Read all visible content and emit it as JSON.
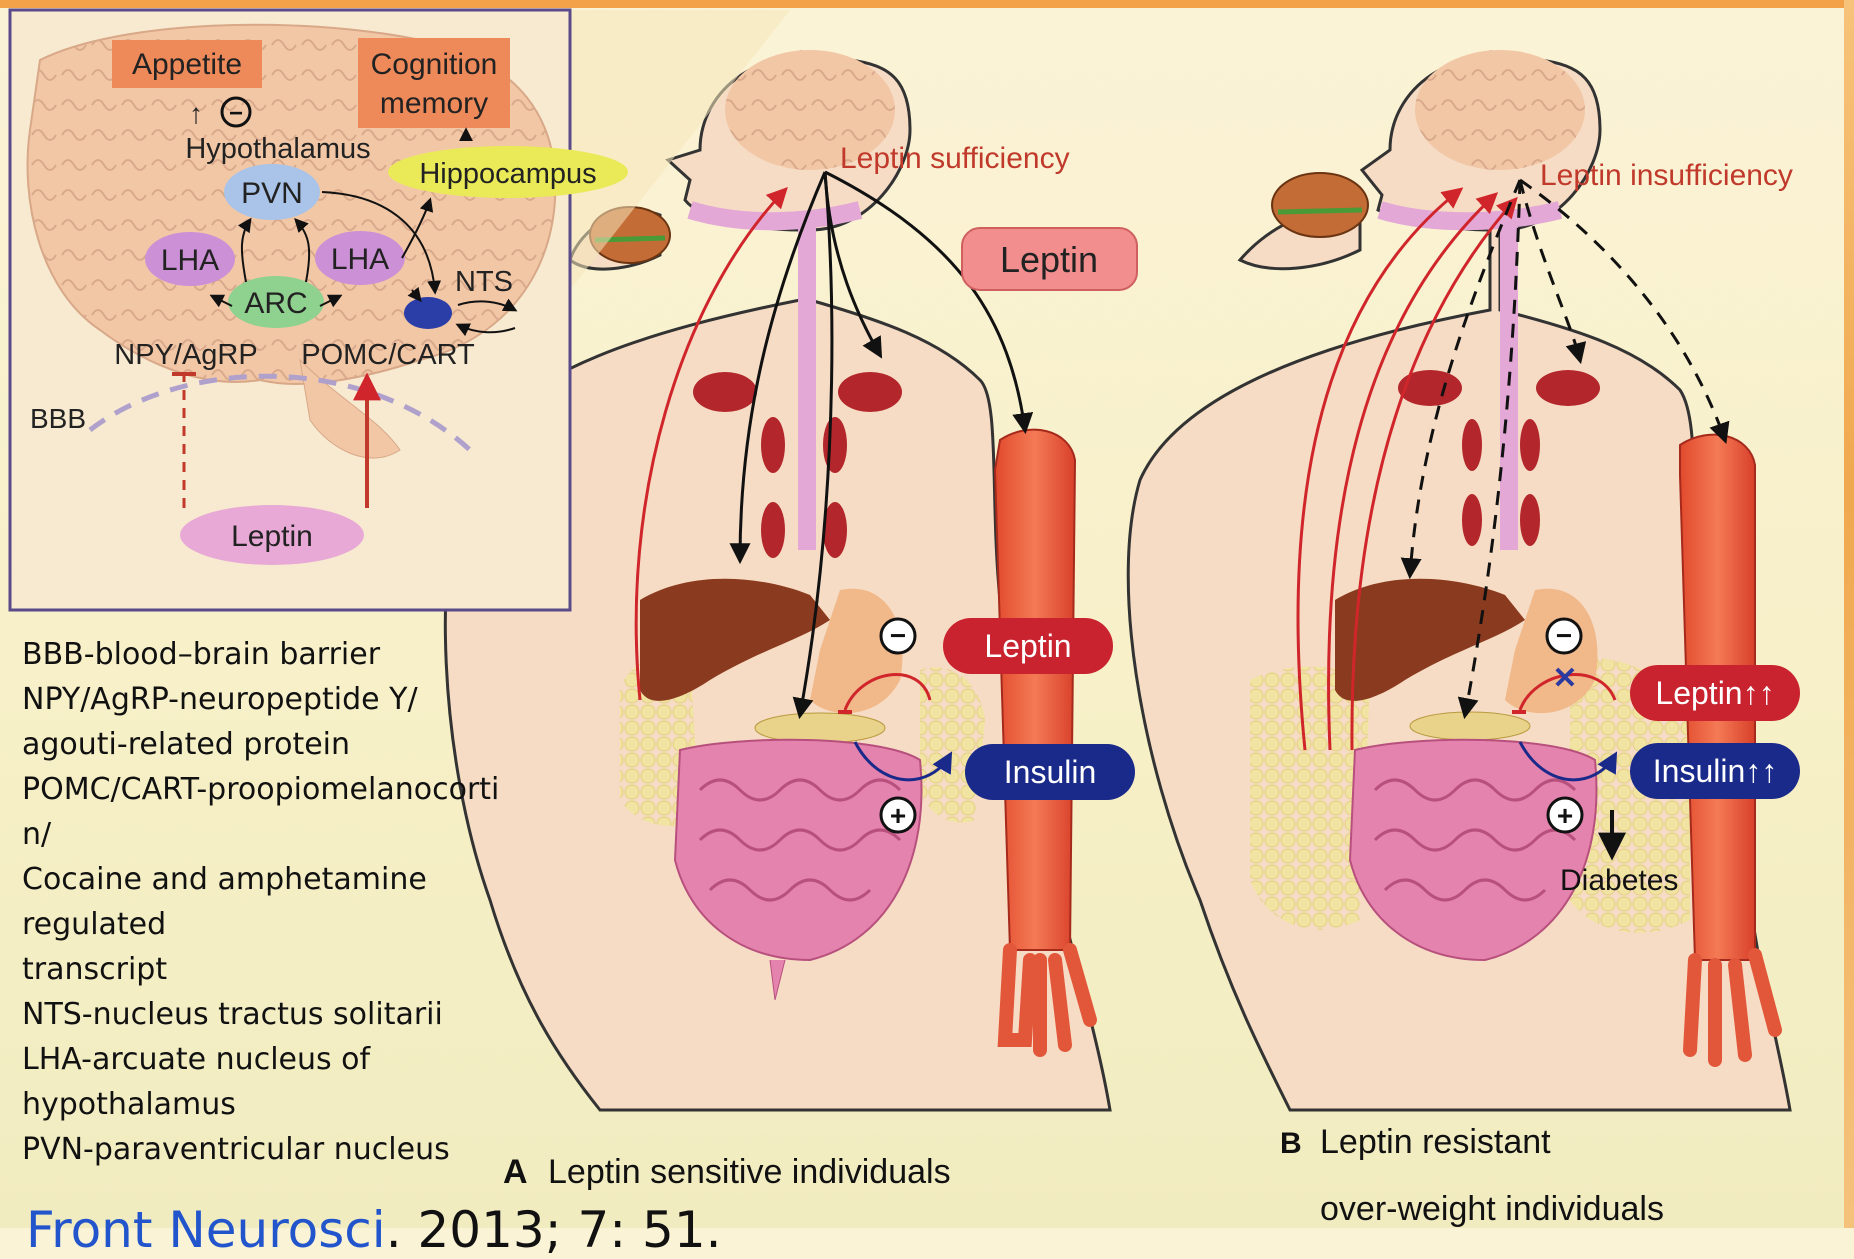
{
  "inset": {
    "appetite": "Appetite",
    "cognition_line1": "Cognition",
    "cognition_line2": "memory",
    "hypothalamus": "Hypothalamus",
    "hippocampus": "Hippocampus",
    "pvn": "PVN",
    "lha_left": "LHA",
    "lha_right": "LHA",
    "arc": "ARC",
    "nts": "NTS",
    "npy_agrp": "NPY/AgRP",
    "pomc_cart": "POMC/CART",
    "bbb": "BBB",
    "leptin": "Leptin",
    "minus_symbol": "−",
    "up_arrow": "↑"
  },
  "panel_a": {
    "status_label": "Leptin sufficiency",
    "leptin_box": "Leptin",
    "leptin_badge": "Leptin",
    "insulin_badge": "Insulin",
    "minus_symbol": "−",
    "plus_symbol": "+",
    "caption_letter": "A",
    "caption": "Leptin sensitive individuals"
  },
  "panel_b": {
    "status_label": "Leptin insufficiency",
    "leptin_badge": "Leptin↑↑",
    "insulin_badge": "Insulin↑↑",
    "diabetes": "Diabetes",
    "minus_symbol": "−",
    "plus_symbol": "+",
    "block_symbol": "✕",
    "caption_letter": "B",
    "caption_line1": "Leptin resistant",
    "caption_line2": "over-weight individuals"
  },
  "legend": [
    "BBB-blood–brain barrier",
    "NPY/AgRP-neuropeptide Y/",
    "agouti-related protein",
    "POMC/CART-proopiomelanocorti",
    "n/",
    "Cocaine and amphetamine",
    "regulated",
    "transcript",
    "NTS-nucleus tractus solitarii",
    "LHA-arcuate nucleus of",
    "hypothalamus",
    "PVN-paraventricular nucleus"
  ],
  "citation": {
    "link": "Front Neurosci",
    "rest": ". 2013; 7: 51."
  },
  "colors": {
    "red_badge": "#c8232f",
    "blue_badge": "#1a2a8a",
    "skin": "#f6dcc4",
    "orange_box": "#ee8a5a",
    "pink_label": "#e8a9d6"
  }
}
